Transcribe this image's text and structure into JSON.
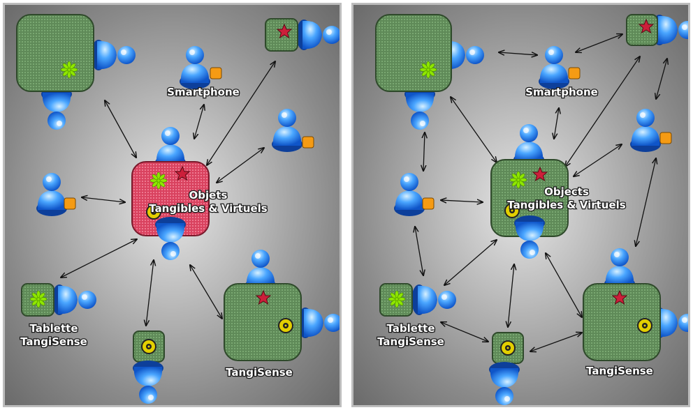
{
  "colors": {
    "table_green": "#5f8a58",
    "table_pink": "#d9425f",
    "person_blue": "#2e8cf0",
    "phone_orange": "#f59b14",
    "star_red": "#cc1f3a",
    "flower_green": "#8ee600",
    "token_yellow": "#e3cf00"
  },
  "left_panel": {
    "labels": {
      "center_line1": "Objets",
      "center_line2": "Tangibles & Virtuels",
      "smartphone": "Smartphone",
      "tablette_line1": "Tablette",
      "tablette_line2": "TangiSense",
      "tangisense": "TangiSense"
    }
  },
  "right_panel": {
    "labels": {
      "center_line1": "Objects",
      "center_line2": "Tangibles & Virtuels",
      "smartphone": "Smartphone",
      "tablette_line1": "Tablette",
      "tablette_line2": "TangiSense",
      "tangisense": "TangiSense"
    }
  }
}
